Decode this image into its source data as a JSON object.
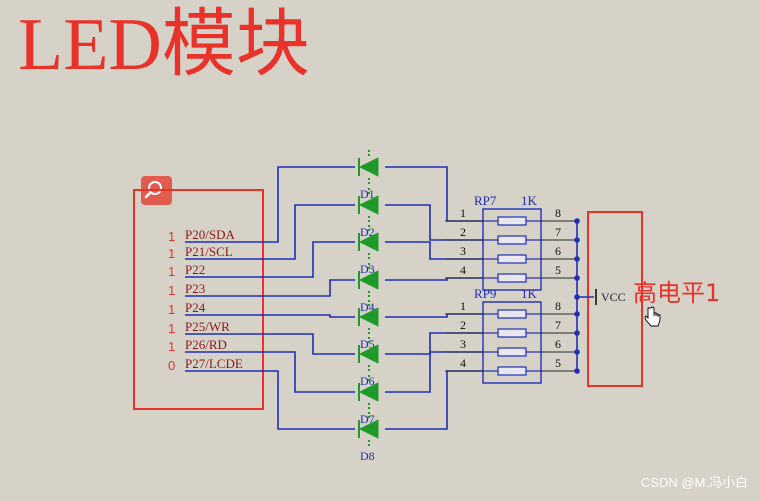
{
  "title": "LED模块",
  "watermark": "CSDN @M.冯小白",
  "annotation": {
    "label": "高电平1"
  },
  "vcc_label": "VCC",
  "pins": [
    {
      "name": "P20/SDA",
      "level": "1"
    },
    {
      "name": "P21/SCL",
      "level": "1"
    },
    {
      "name": "P22",
      "level": "1"
    },
    {
      "name": "P23",
      "level": "1"
    },
    {
      "name": "P24",
      "level": "1"
    },
    {
      "name": "P25/WR",
      "level": "1"
    },
    {
      "name": "P26/RD",
      "level": "1"
    },
    {
      "name": "P27/LCDE",
      "level": "0"
    }
  ],
  "leds": [
    "D1",
    "D2",
    "D3",
    "D4",
    "D5",
    "D6",
    "D7",
    "D8"
  ],
  "resistor_packs": [
    {
      "name": "RP7",
      "value": "1K",
      "left_pins": [
        "1",
        "2",
        "3",
        "4"
      ],
      "right_pins": [
        "8",
        "7",
        "6",
        "5"
      ]
    },
    {
      "name": "RP9",
      "value": "1K",
      "left_pins": [
        "1",
        "2",
        "3",
        "4"
      ],
      "right_pins": [
        "8",
        "7",
        "6",
        "5"
      ]
    }
  ],
  "colors": {
    "background": "#d6d2c8",
    "highlight": "#e8322a",
    "wire": "#1f2fb5",
    "pin_text": "#8b1a1a",
    "led_green": "#1f9a2a",
    "search_button": "#e25b4f"
  },
  "icons": {
    "search": "search-icon",
    "cursor": "hand-cursor-icon"
  }
}
